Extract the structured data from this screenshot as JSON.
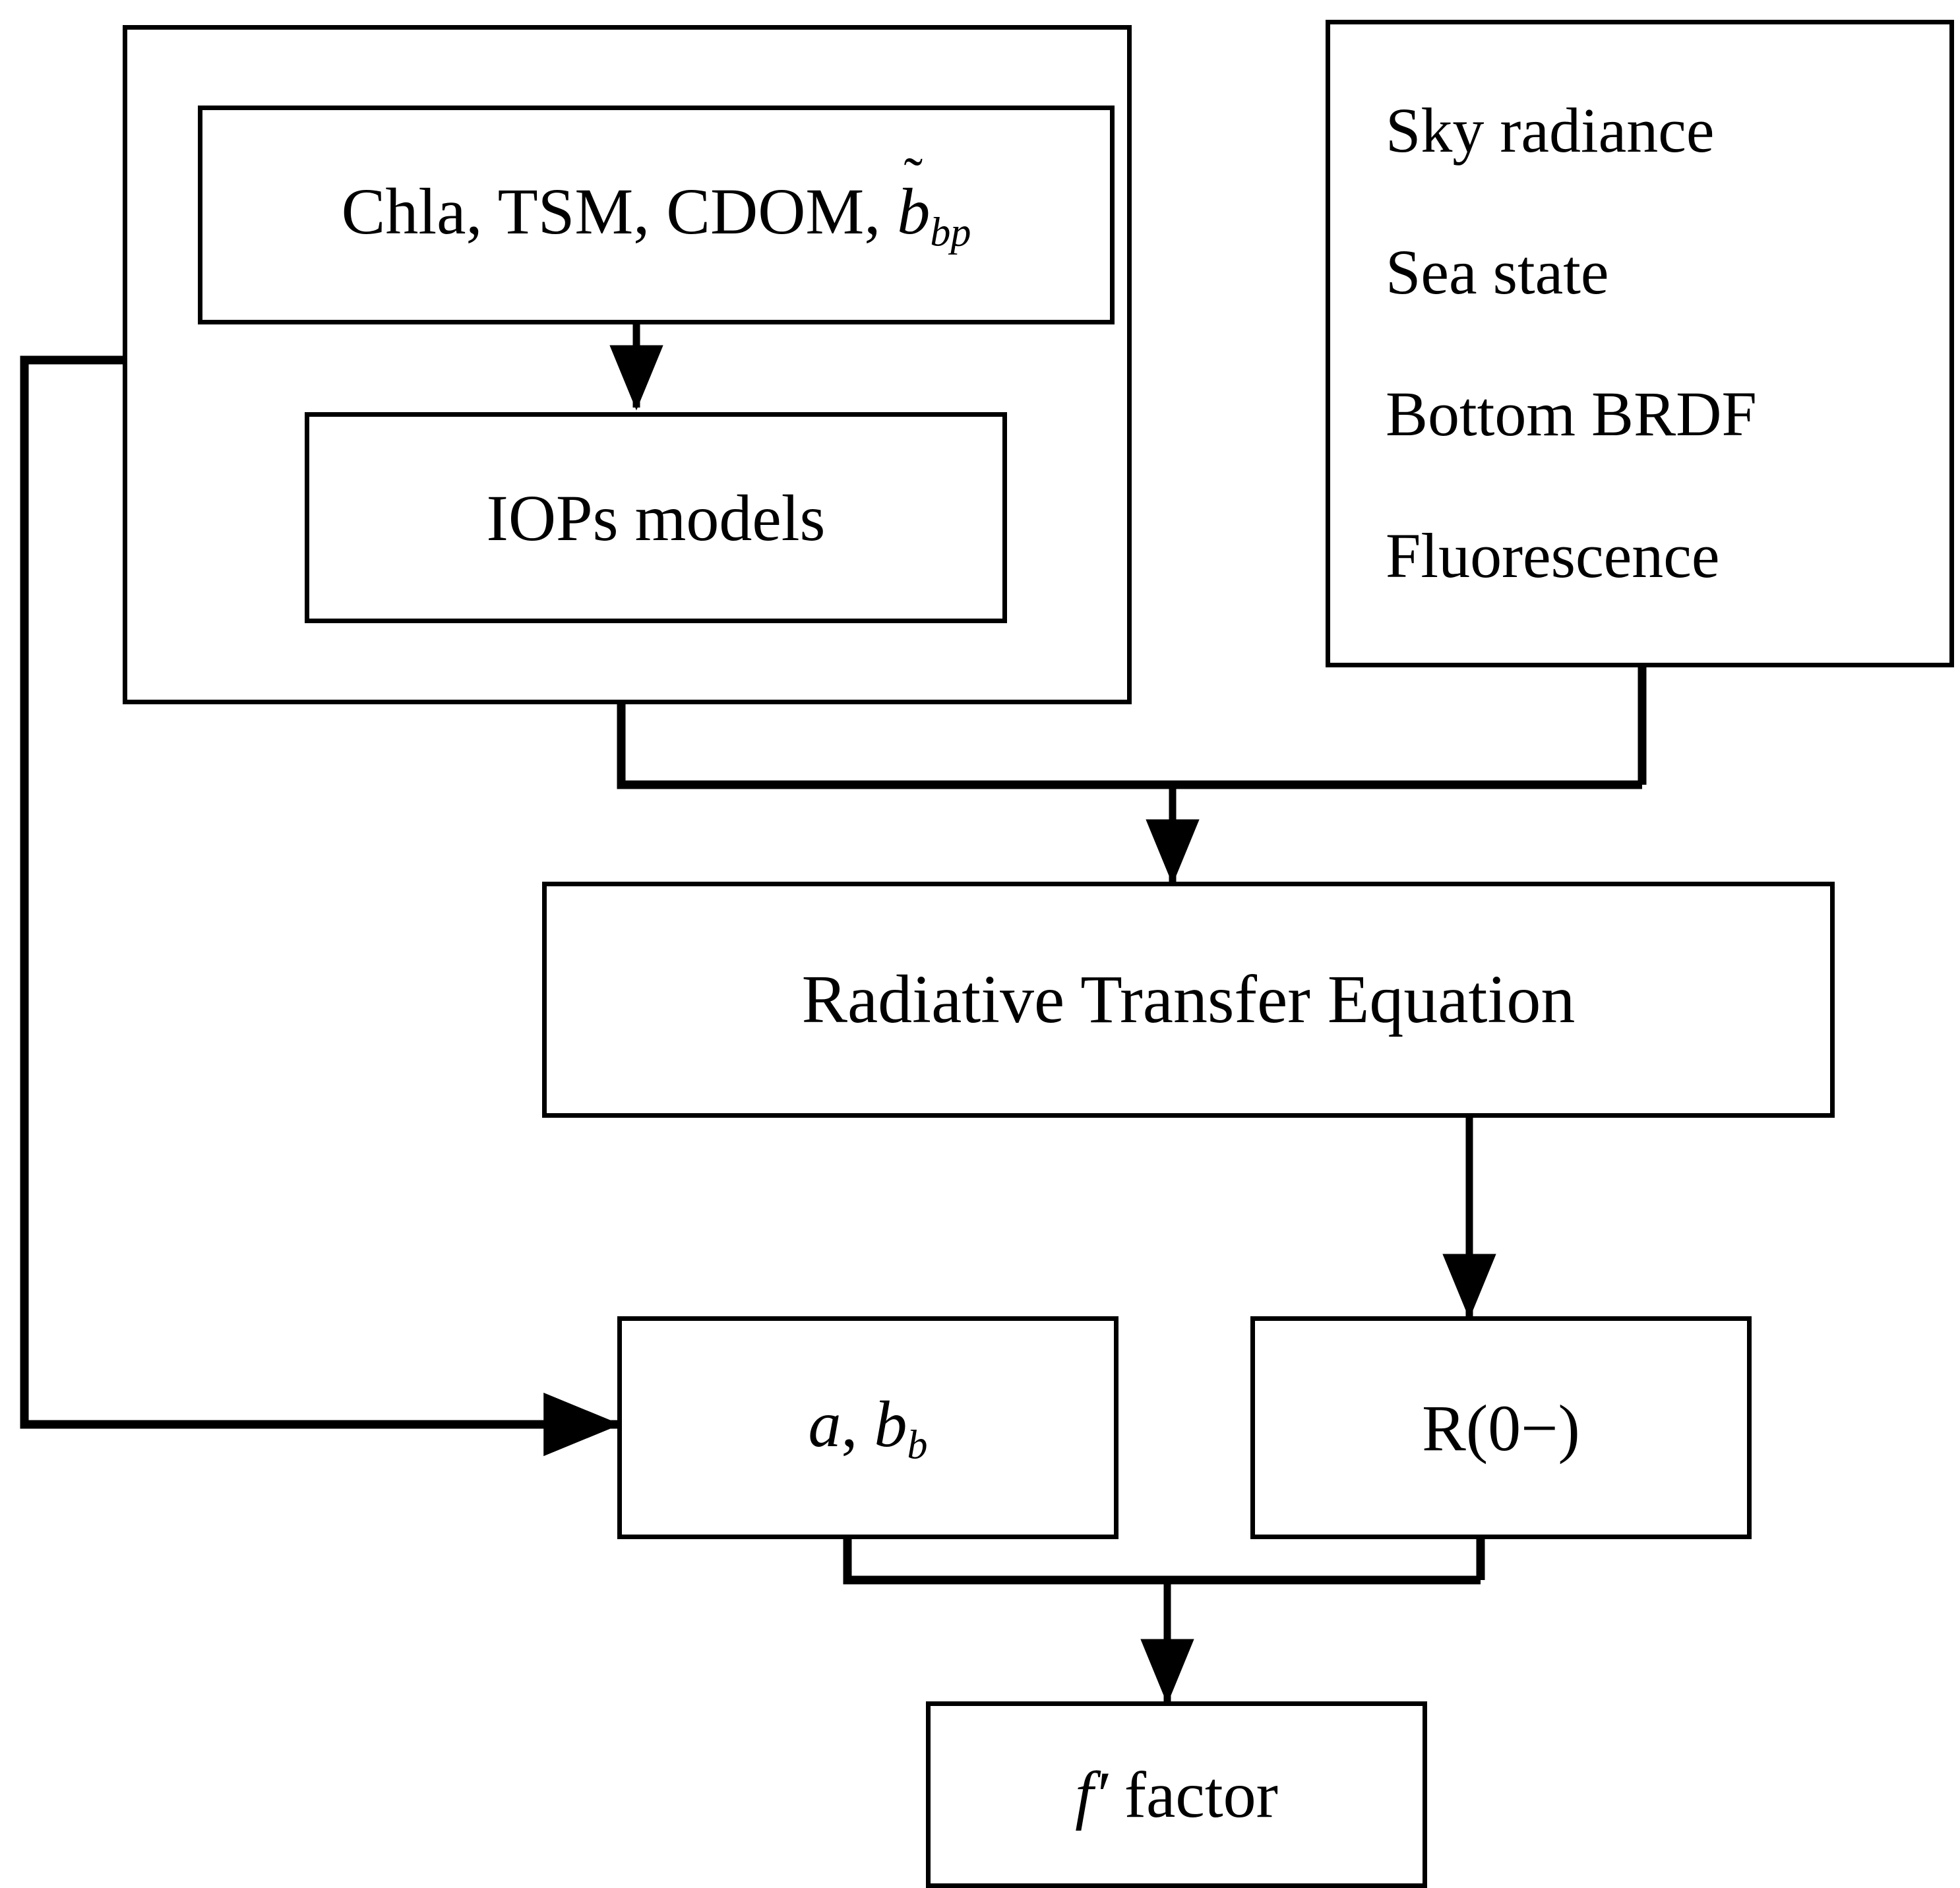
{
  "diagram": {
    "title": "Radiative transfer forward model flowchart",
    "background_color": "#ffffff",
    "line_color": "#000000",
    "nodes": {
      "inputs_group": {
        "label": ""
      },
      "constituents": {
        "label": "Chla, TSM, CDOM, b̃bp",
        "text_plain": "Chla, TSM, CDOM, ",
        "symbol_base": "b",
        "symbol_accent": "˜",
        "symbol_sub": "bp"
      },
      "iops_models": {
        "label": "IOPs models"
      },
      "boundary_conditions": {
        "items": [
          {
            "label": "Sky radiance"
          },
          {
            "label": "Sea state"
          },
          {
            "label": "Bottom BRDF"
          },
          {
            "label": "Fluorescence"
          }
        ]
      },
      "rte": {
        "label": "Radiative Transfer Equation"
      },
      "iops_out": {
        "label": "a, bb",
        "a_symbol": "a",
        "separator": ", ",
        "b_symbol": "b",
        "b_sub": "b"
      },
      "reflectance": {
        "label": "R(0−)"
      },
      "f_factor": {
        "label": "f′ factor",
        "symbol": "f′",
        "word": " factor"
      }
    },
    "edges": [
      {
        "name": "constituents-to-iops-models",
        "from": "constituents",
        "to": "iops_models",
        "arrow": true
      },
      {
        "name": "inputs-to-rte",
        "from": "inputs_group",
        "to": "rte",
        "arrow": true
      },
      {
        "name": "boundary-to-rte",
        "from": "boundary_conditions",
        "to": "rte",
        "arrow": true
      },
      {
        "name": "rte-to-reflectance",
        "from": "rte",
        "to": "reflectance",
        "arrow": true
      },
      {
        "name": "feedback-to-iops-out",
        "from": "inputs_group",
        "to": "iops_out",
        "arrow": true
      },
      {
        "name": "iops-out-to-f-factor",
        "from": "iops_out",
        "to": "f_factor",
        "arrow": true
      },
      {
        "name": "reflectance-to-f-factor",
        "from": "reflectance",
        "to": "f_factor",
        "arrow": true
      }
    ]
  }
}
